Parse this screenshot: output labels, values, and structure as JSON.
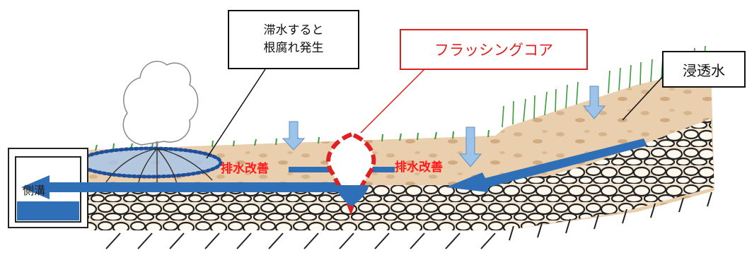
{
  "callouts": {
    "stagnation_line1": "滞水すると",
    "stagnation_line2": "根腐れ発生",
    "flushing_core": "フラッシングコア",
    "infiltration": "浸透水"
  },
  "labels": {
    "drain_improve_left": "排水改善",
    "drain_improve_right": "排水改善",
    "side_ditch": "側溝"
  },
  "colors": {
    "water_blue": "#2f6fb8",
    "arrow_light_blue": "#9cc3ea",
    "red": "#e02020",
    "soil": "#e7c9a3",
    "gravel": "#f1e2cc",
    "grass": "#3d9a3d",
    "dotted_blue": "#1f4f9a"
  }
}
